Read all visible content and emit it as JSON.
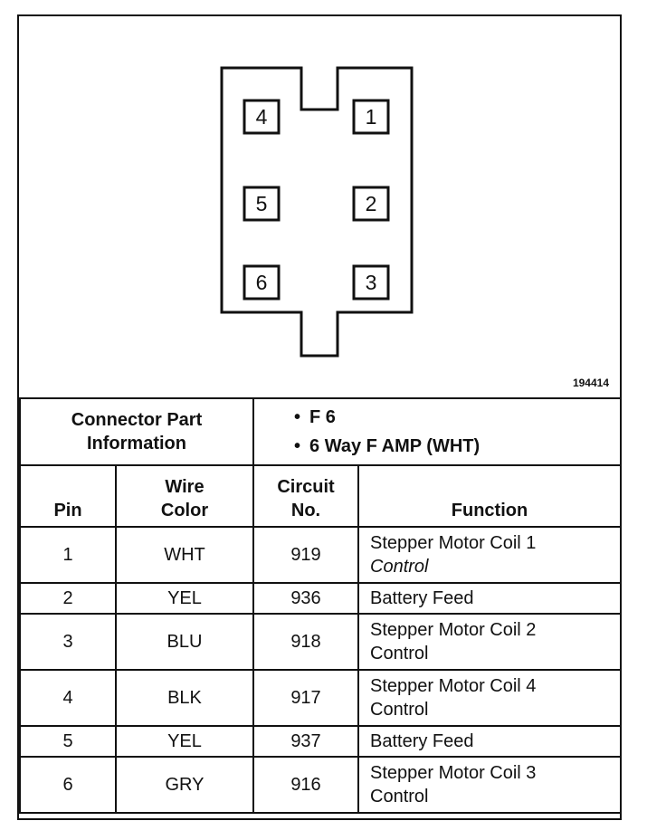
{
  "diagram": {
    "pins_left": [
      "4",
      "5",
      "6"
    ],
    "pins_right": [
      "1",
      "2",
      "3"
    ],
    "figure_number": "194414"
  },
  "connector_info": {
    "label_line1": "Connector Part",
    "label_line2": "Information",
    "items": [
      "F 6",
      "6 Way F AMP (WHT)"
    ]
  },
  "table": {
    "headers": {
      "pin": "Pin",
      "wire_color_line1": "Wire",
      "wire_color_line2": "Color",
      "circuit_line1": "Circuit",
      "circuit_line2": "No.",
      "function": "Function"
    },
    "rows": [
      {
        "pin": "1",
        "color": "WHT",
        "circuit": "919",
        "func1": "Stepper Motor Coil 1",
        "func2": "Control"
      },
      {
        "pin": "2",
        "color": "YEL",
        "circuit": "936",
        "func1": "Battery Feed",
        "func2": ""
      },
      {
        "pin": "3",
        "color": "BLU",
        "circuit": "918",
        "func1": "Stepper Motor Coil 2",
        "func2": "Control"
      },
      {
        "pin": "4",
        "color": "BLK",
        "circuit": "917",
        "func1": "Stepper Motor Coil 4",
        "func2": "Control"
      },
      {
        "pin": "5",
        "color": "YEL",
        "circuit": "937",
        "func1": "Battery Feed",
        "func2": ""
      },
      {
        "pin": "6",
        "color": "GRY",
        "circuit": "916",
        "func1": "Stepper Motor Coil 3",
        "func2": "Control"
      }
    ]
  }
}
